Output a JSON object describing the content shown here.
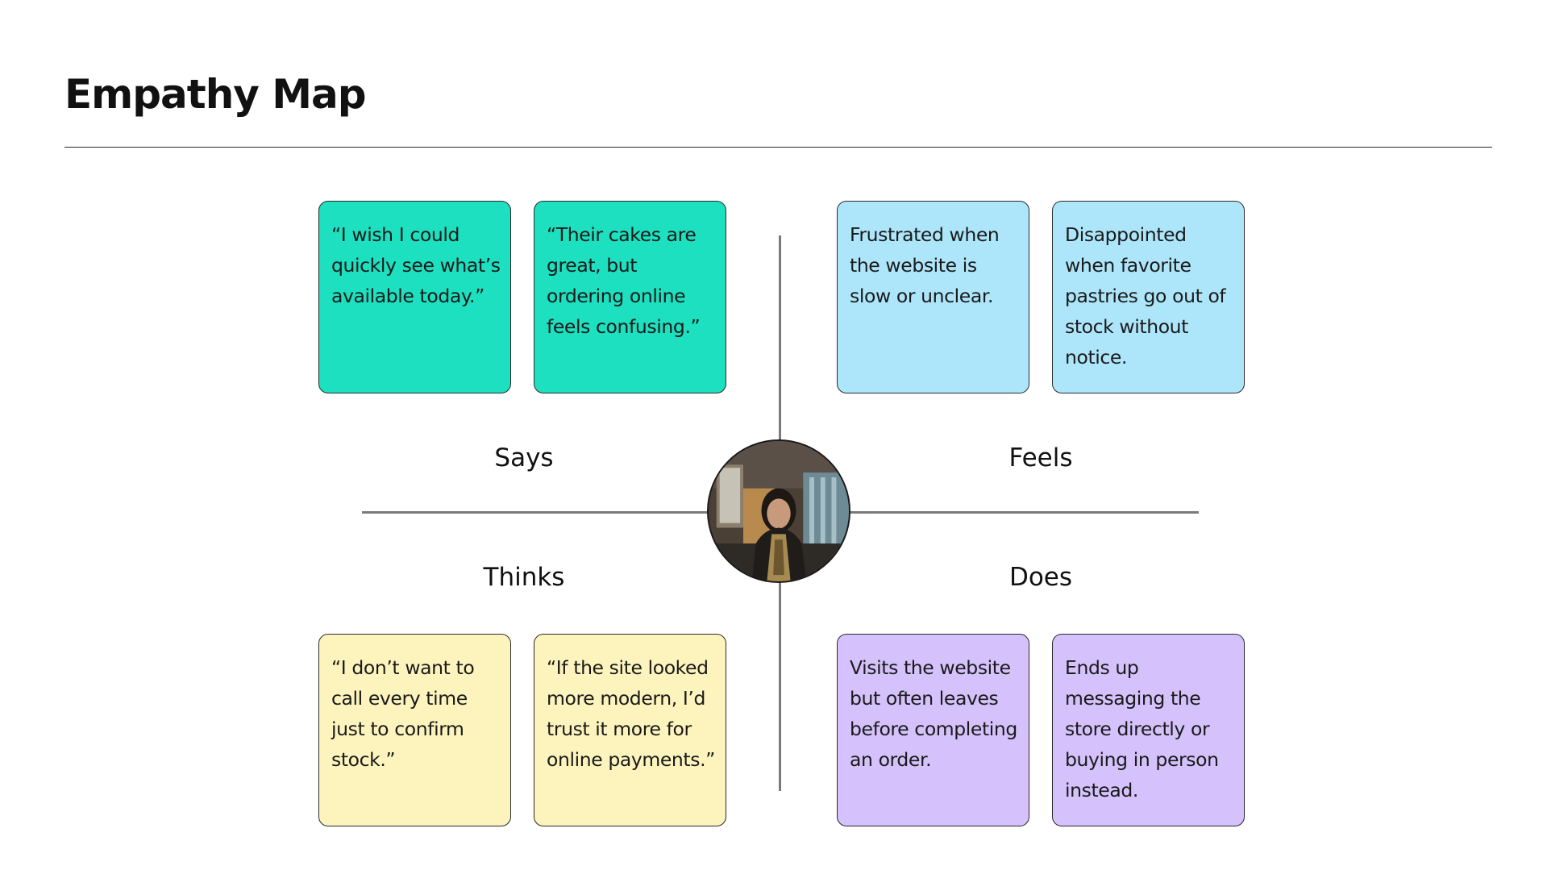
{
  "page": {
    "title": "Empathy Map"
  },
  "quadrants": {
    "says": {
      "label": "Says",
      "color": "#1ce0bf"
    },
    "feels": {
      "label": "Feels",
      "color": "#ade6fa"
    },
    "thinks": {
      "label": "Thinks",
      "color": "#fdf4bd"
    },
    "does": {
      "label": "Does",
      "color": "#d5c1fb"
    }
  },
  "cards": {
    "says": [
      "“I wish I could quickly see what’s available today.”",
      "“Their cakes are great, but ordering online feels confusing.”"
    ],
    "feels": [
      "Frustrated when the website is slow or unclear.",
      "Disappointed when favorite pastries go out of stock without notice."
    ],
    "thinks": [
      "“I don’t want to call every time just to confirm stock.”",
      "“If the site looked more modern, I’d trust it more for online payments.”"
    ],
    "does": [
      "Visits the website but often leaves before completing an order.",
      "Ends up messaging the store directly or buying in person instead."
    ]
  },
  "persona": {
    "icon": "persona-photo"
  }
}
